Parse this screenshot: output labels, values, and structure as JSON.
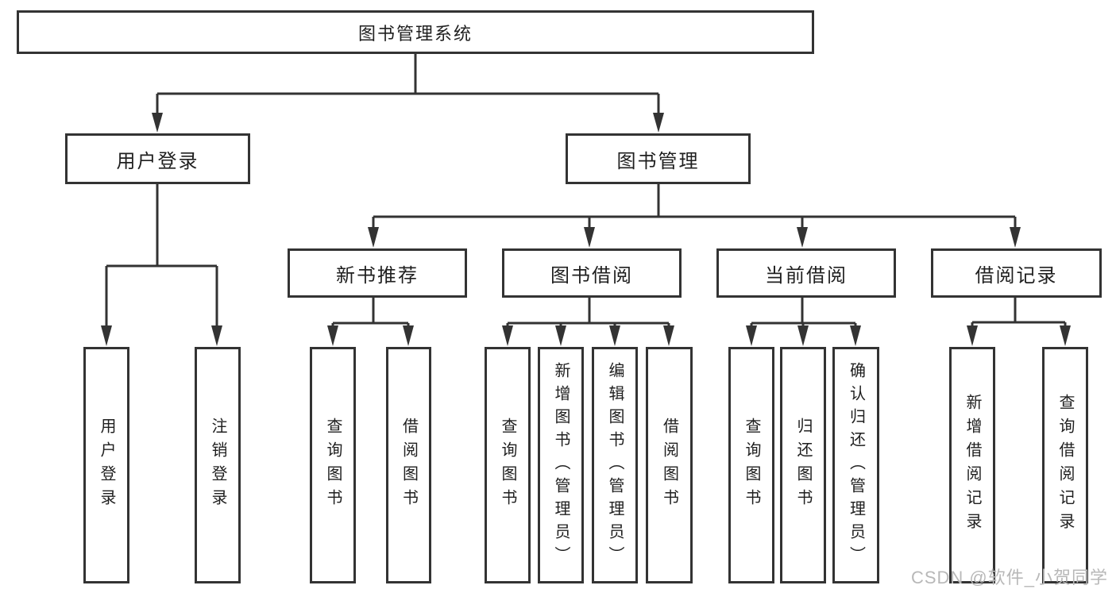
{
  "tree": {
    "label": "图书管理系统",
    "children": [
      {
        "label": "用户登录",
        "children": [
          {
            "label": "用户登录"
          },
          {
            "label": "注销登录"
          }
        ]
      },
      {
        "label": "图书管理",
        "children": [
          {
            "label": "新书推荐",
            "children": [
              {
                "label": "查询图书"
              },
              {
                "label": "借阅图书"
              }
            ]
          },
          {
            "label": "图书借阅",
            "children": [
              {
                "label": "查询图书"
              },
              {
                "label": "新增图书（管理员）"
              },
              {
                "label": "编辑图书（管理员）"
              },
              {
                "label": "借阅图书"
              }
            ]
          },
          {
            "label": "当前借阅",
            "children": [
              {
                "label": "查询图书"
              },
              {
                "label": "归还图书"
              },
              {
                "label": "确认归还（管理员）"
              }
            ]
          },
          {
            "label": "借阅记录",
            "children": [
              {
                "label": "新增借阅记录"
              },
              {
                "label": "查询借阅记录"
              }
            ]
          }
        ]
      }
    ]
  },
  "watermark": {
    "text": "CSDN @软件_小贺同学"
  },
  "colors": {
    "line": "#333333",
    "text": "#1f1f1f",
    "watermark": "#b8b8b8",
    "background": "#ffffff"
  }
}
